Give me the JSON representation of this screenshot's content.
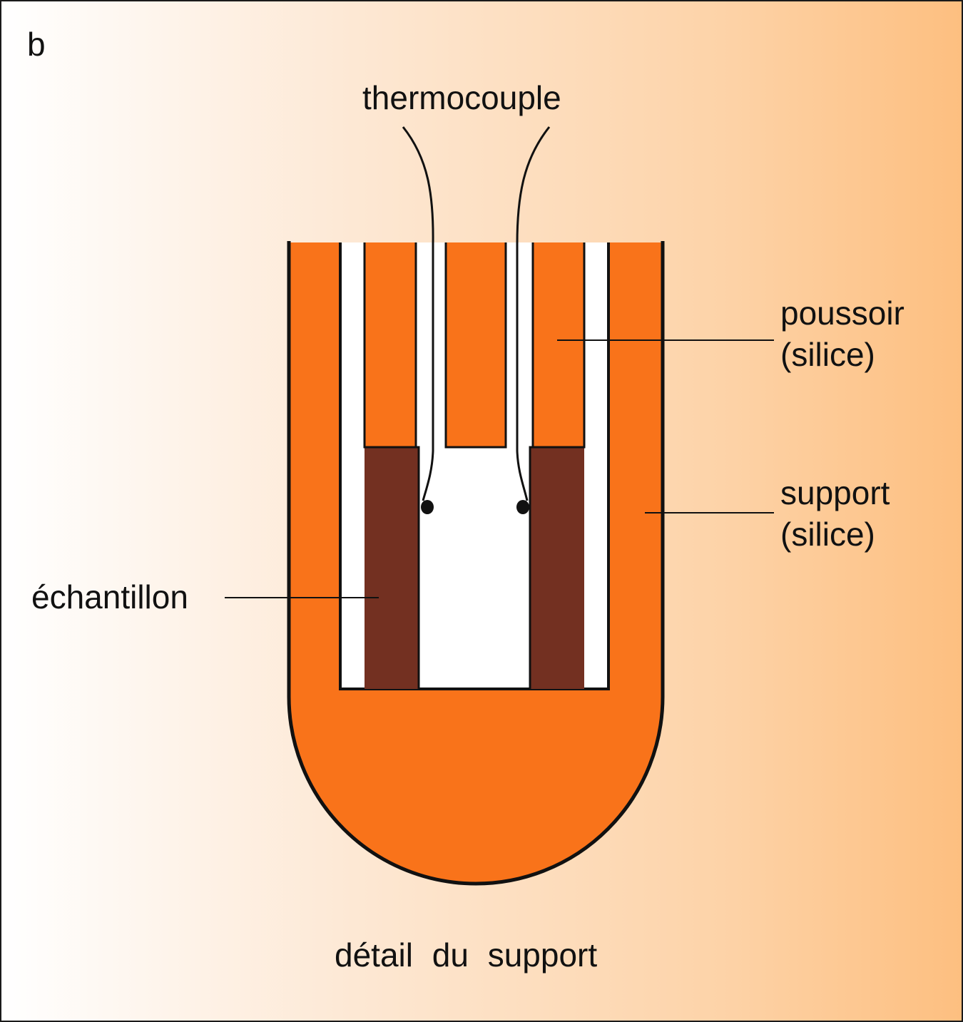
{
  "panel_letter": "b",
  "caption": "détail du support",
  "labels": {
    "thermocouple": "thermocouple",
    "poussoir": [
      "poussoir",
      "(silice)"
    ],
    "support": [
      "support",
      "(silice)"
    ],
    "echantillon": "échantillon"
  },
  "colors": {
    "silica": "#f9731a",
    "sample": "#733021",
    "outline": "#111111",
    "gap": "#ffffff"
  }
}
